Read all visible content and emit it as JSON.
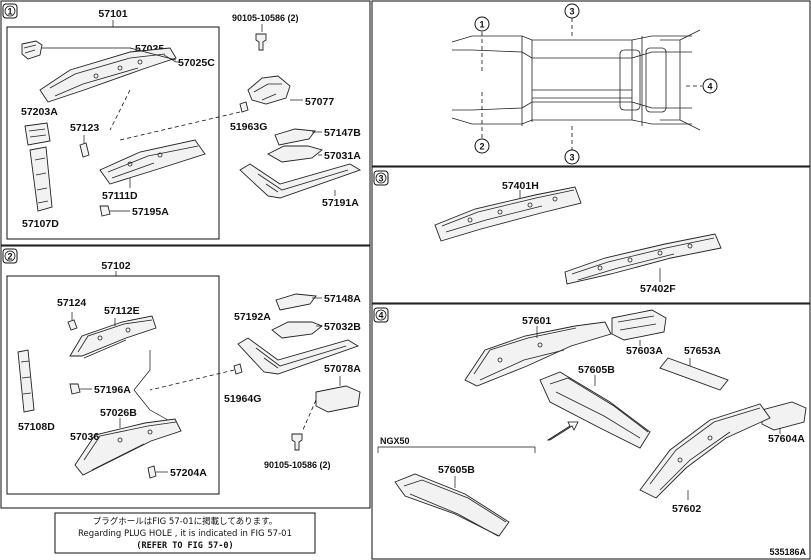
{
  "sections": {
    "s1": "1",
    "s2": "2",
    "s3": "3",
    "s4": "4"
  },
  "section1": {
    "group": "57101",
    "p57035": "57035",
    "p57025C": "57025C",
    "p57203A": "57203A",
    "p57123": "57123",
    "p57107D": "57107D",
    "p57111D": "57111D",
    "p57195A": "57195A",
    "p90105": "90105-10586 (2)",
    "p57077": "57077",
    "p51963G": "51963G",
    "p57147B": "57147B",
    "p57031A": "57031A",
    "p57191A": "57191A"
  },
  "section2": {
    "group": "57102",
    "p57124": "57124",
    "p57112E": "57112E",
    "p57108D": "57108D",
    "p57196A": "57196A",
    "p57026B": "57026B",
    "p57036": "57036",
    "p57204A": "57204A",
    "p57148A": "57148A",
    "p57192A": "57192A",
    "p57032B": "57032B",
    "p51964G": "51964G",
    "p57078A": "57078A",
    "p90105": "90105-10586 (2)"
  },
  "section3": {
    "p57401H": "57401H",
    "p57402F": "57402F"
  },
  "section4": {
    "p57601": "57601",
    "p57603A": "57603A",
    "p57653A": "57653A",
    "p57605B": "57605B",
    "p57604A": "57604A",
    "p57602": "57602",
    "variant": "NGX50",
    "p57605B_2": "57605B"
  },
  "overview": {
    "c1": "1",
    "c2": "2",
    "c3a": "3",
    "c3b": "3",
    "c4": "4"
  },
  "note": {
    "jp": "プラグホールはFIG 57-01に掲載してあります。",
    "en": "Regarding PLUG HOLE , it is indicated in FIG 57-01",
    "ref": "(REFER TO FIG 57-0)"
  },
  "figure_id": "535186A"
}
